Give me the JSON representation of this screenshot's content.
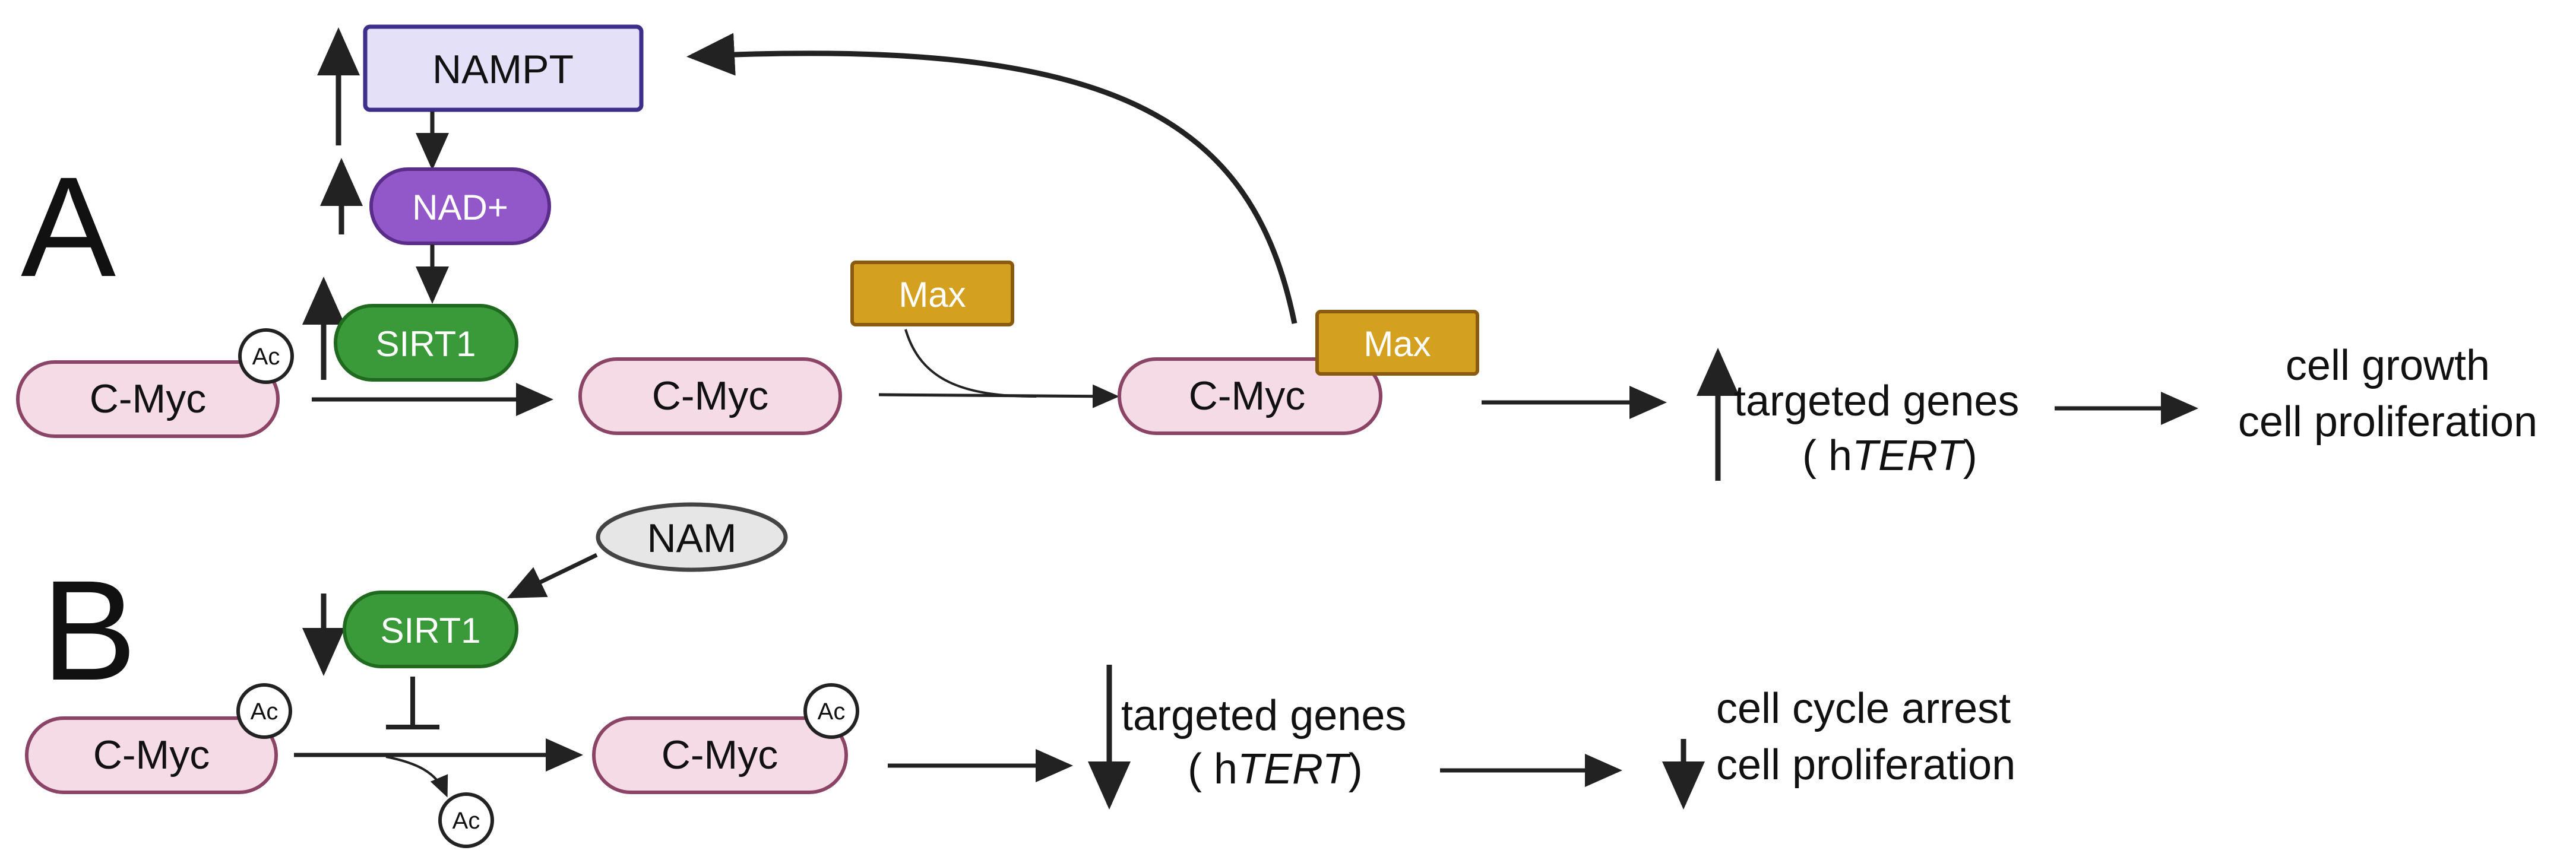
{
  "panels": {
    "a": "A",
    "b": "B"
  },
  "nodes": {
    "nampt": "NAMPT",
    "nad": "NAD+",
    "sirt1": "SIRT1",
    "cmyc": "C-Myc",
    "max": "Max",
    "nam": "NAM",
    "ac": "Ac"
  },
  "labels": {
    "targeted_genes": "targeted genes",
    "htert_open": "( h",
    "htert_gene": "TERT",
    "htert_close": ")",
    "cell_growth": "cell growth",
    "cell_proliferation": "cell proliferation",
    "cell_cycle_arrest": "cell cycle arrest"
  },
  "colors": {
    "nampt_fill": "#e3e0f8",
    "nampt_stroke": "#3d2e8c",
    "nad_fill": "#9257c8",
    "nad_stroke": "#5b2d8a",
    "sirt1_fill": "#3a9a3a",
    "sirt1_stroke": "#1f6a1f",
    "cmyc_fill": "#f5dbe6",
    "cmyc_stroke": "#8b4466",
    "max_fill": "#d4a020",
    "max_stroke": "#8a5a10",
    "nam_fill": "#e6e6e6",
    "nam_stroke": "#444444"
  }
}
